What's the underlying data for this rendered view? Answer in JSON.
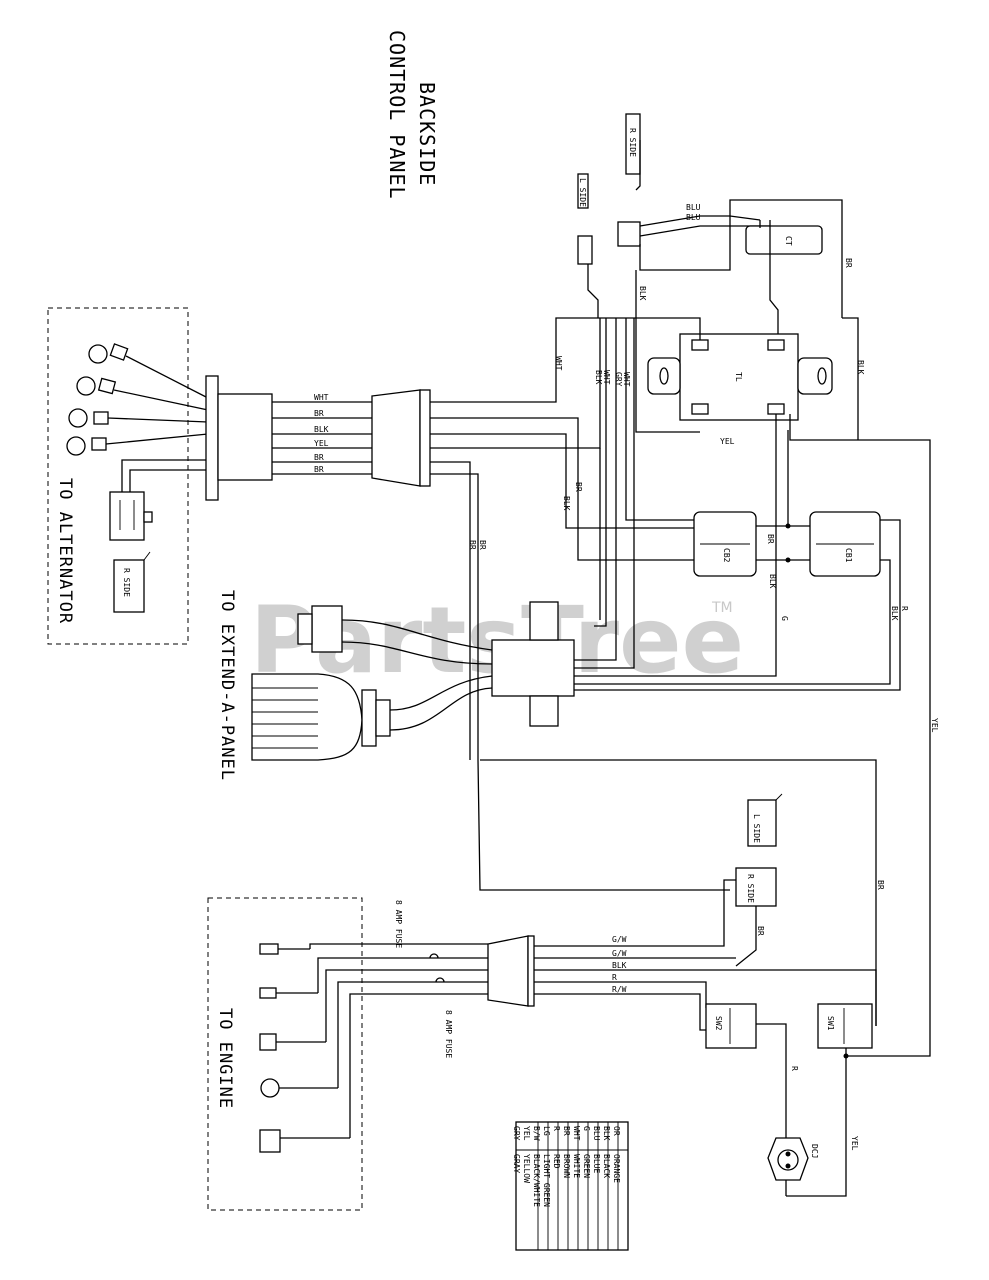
{
  "titles": {
    "line1": "BACKSIDE",
    "line2": "CONTROL PANEL",
    "alternator": "TO ALTERNATOR",
    "extend": "TO EXTEND-A-PANEL",
    "engine": "TO ENGINE"
  },
  "watermark": {
    "text": "PartsTree",
    "tm": "TM"
  },
  "components": {
    "tl": "TL",
    "ct": "CT",
    "cb1": "CB1",
    "cb2": "CB2",
    "sw1": "SW1",
    "sw2": "SW2",
    "dcj": "DCJ",
    "l_side_1": "L SIDE",
    "r_side_1": "R SIDE",
    "r_side_2": "R SIDE",
    "l_side_2": "L SIDE",
    "r_side_top": "R SIDE",
    "fuse_top": "8 AMP FUSE",
    "fuse_bottom": "8 AMP FUSE"
  },
  "wire_labels": {
    "wht": "WHT",
    "br": "BR",
    "blk": "BLK",
    "yel": "YEL",
    "blu": "BLU",
    "gry": "GRY",
    "g": "G",
    "r": "R",
    "gw": "G/W",
    "rw": "R/W"
  },
  "legend": [
    {
      "code": "OR",
      "name": "ORANGE"
    },
    {
      "code": "BLK",
      "name": "BLACK"
    },
    {
      "code": "BLU",
      "name": "BLUE"
    },
    {
      "code": "G",
      "name": "GREEN"
    },
    {
      "code": "WHT",
      "name": "WHITE"
    },
    {
      "code": "BR",
      "name": "BROWN"
    },
    {
      "code": "R",
      "name": "RED"
    },
    {
      "code": "LG",
      "name": "LIGHT GREEN"
    },
    {
      "code": "B/W",
      "name": "BLACK/WHITE"
    },
    {
      "code": "YEL",
      "name": "YELLOW"
    },
    {
      "code": "GRY",
      "name": "GRAY"
    }
  ]
}
